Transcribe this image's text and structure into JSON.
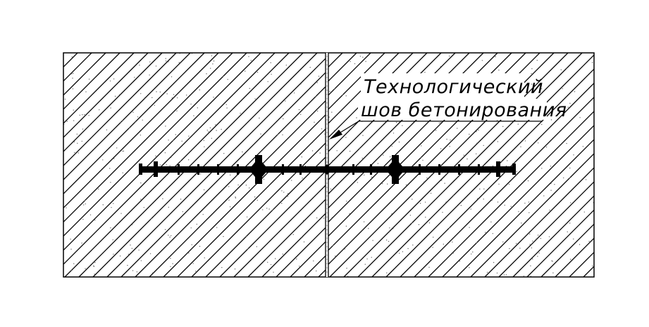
{
  "diagram": {
    "title": "",
    "annotation": {
      "line1": "Технологический",
      "line2": "шов бетонирования"
    },
    "colors": {
      "ink": "#000000",
      "background": "#ffffff",
      "fill_dots": "#6a6a6a"
    },
    "elements": {
      "left_block": "concrete-section",
      "right_block": "concrete-section",
      "joint": "construction-joint",
      "profile": "waterstop-profile"
    }
  }
}
